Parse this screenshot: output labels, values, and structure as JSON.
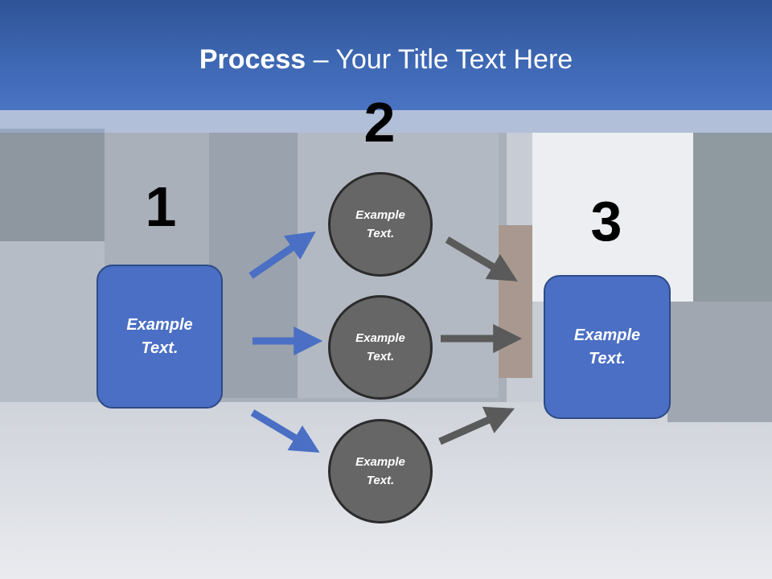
{
  "title": {
    "bold": "Process",
    "rest": " – Your Title Text Here"
  },
  "steps": [
    {
      "number": "1",
      "text": "Example Text."
    },
    {
      "number": "2",
      "text": "Example Text."
    },
    {
      "number": "3",
      "text": "Example Text."
    }
  ],
  "circles": [
    {
      "text": "Example Text."
    },
    {
      "text": "Example Text."
    },
    {
      "text": "Example Text."
    }
  ],
  "colors": {
    "header": "#4a74c2",
    "box_fill": "#4a6fc4",
    "circle_fill": "#666666",
    "arrow_blue": "#4a6fc4",
    "arrow_gray": "#5a5a5a"
  }
}
